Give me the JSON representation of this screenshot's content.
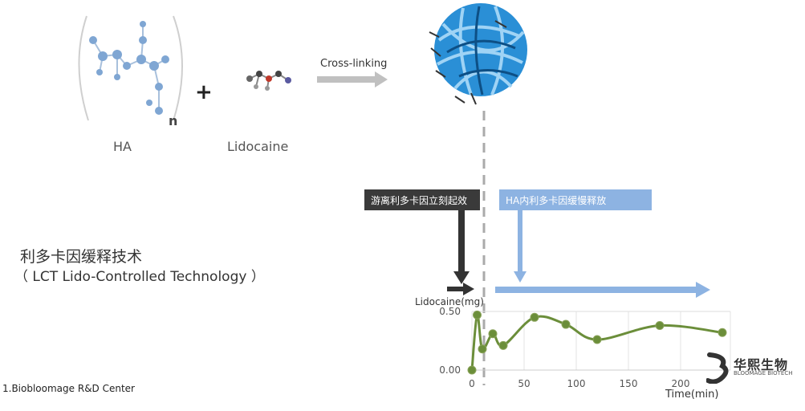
{
  "labels": {
    "ha": "HA",
    "n": "n",
    "plus": "+",
    "lidocaine": "Lidocaine",
    "crosslinking": "Cross-linking"
  },
  "tags": {
    "free": "游离利多卡因立刻起效",
    "slow": "HA内利多卡因缓慢释放"
  },
  "tech": {
    "title": "利多卡因缓释技术",
    "subtitle": "（ LCT Lido-Controlled Technology ）"
  },
  "footnote": "1.Biobloomage R&D Center",
  "logo": {
    "name": "华熙生物",
    "sub": "BLOOMAGE BIOTECH"
  },
  "colors": {
    "line": "#6b8e3a",
    "marker": "#6b8e3a",
    "free_tag": "#3a3a3a",
    "slow_tag": "#8db3e2",
    "arrow_gray": "#c0c0c0",
    "arrow_dark": "#333333",
    "arrow_blue": "#8db3e2",
    "nanogel": "#2a8fd6"
  },
  "chart_data": {
    "type": "line",
    "ylabel": "Lidocaine(mg)",
    "xlabel": "Time(min)",
    "xlim": [
      0,
      240
    ],
    "ylim": [
      0,
      0.5
    ],
    "x_ticks": [
      0,
      50,
      100,
      150,
      200
    ],
    "y_ticks": [
      "0.00",
      "0.50"
    ],
    "grid": "vertical",
    "series": [
      {
        "x": [
          0,
          5,
          10,
          20,
          30,
          60,
          90,
          120,
          180,
          240
        ],
        "y": [
          0.0,
          0.47,
          0.18,
          0.31,
          0.21,
          0.45,
          0.39,
          0.26,
          0.38,
          0.32
        ]
      }
    ]
  }
}
